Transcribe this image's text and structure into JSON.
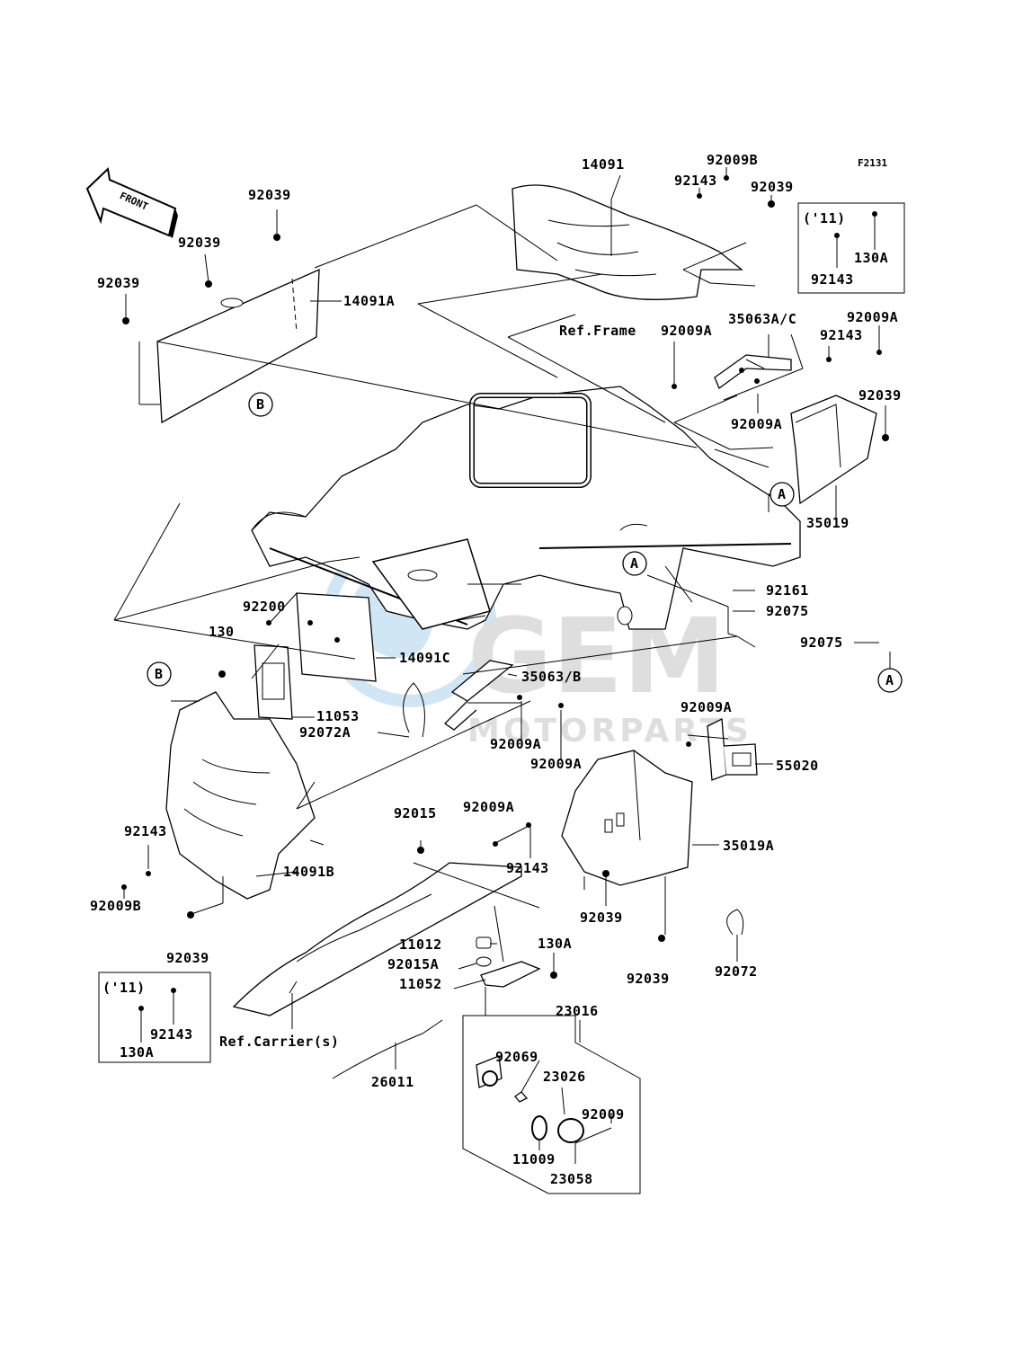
{
  "diagram_code": "F2131",
  "front_arrow_label": "FRONT",
  "watermark": {
    "brand": "GEM",
    "sub": "MOTORPARTS"
  },
  "references": {
    "ref_frame": "Ref.Frame",
    "ref_carrier": "Ref.Carrier(s)"
  },
  "markers": {
    "A": "A",
    "B": "B"
  },
  "year_box_label": "('11)",
  "parts": {
    "p14091": "14091",
    "p14091A": "14091A",
    "p14091B": "14091B",
    "p14091C": "14091C",
    "p92009B": "92009B",
    "p92143": "92143",
    "p92039": "92039",
    "p130A": "130A",
    "p35063AC": "35063A/C",
    "p92009A": "92009A",
    "p35019": "35019",
    "p35019A": "35019A",
    "p92161": "92161",
    "p92075": "92075",
    "p92200": "92200",
    "p130": "130",
    "p11053": "11053",
    "p35063B": "35063/B",
    "p92072A": "92072A",
    "p92072": "92072",
    "p55020": "55020",
    "p92015": "92015",
    "p11012": "11012",
    "p92015A": "92015A",
    "p11052": "11052",
    "p23016": "23016",
    "p92069": "92069",
    "p23026": "23026",
    "p92009": "92009",
    "p11009": "11009",
    "p23058": "23058",
    "p26011": "26011"
  }
}
